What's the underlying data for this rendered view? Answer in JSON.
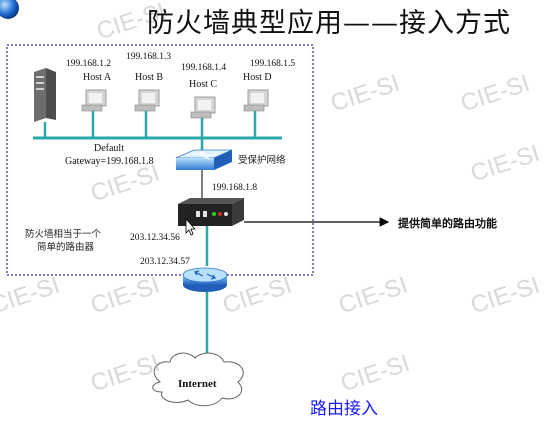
{
  "slide": {
    "title": "防火墙典型应用——接入方式",
    "subtitle": "路由接入"
  },
  "hosts": [
    {
      "name": "Host A",
      "ip": "199.168.1.2"
    },
    {
      "name": "Host B",
      "ip": "199.168.1.3"
    },
    {
      "name": "Host C",
      "ip": "199.168.1.4"
    },
    {
      "name": "Host D",
      "ip": "199.168.1.5"
    }
  ],
  "labels": {
    "gateway_line1": "Default",
    "gateway_line2": "Gateway=199.168.1.8",
    "protected_network": "受保护网络",
    "firewall_inner_ip": "199.168.1.8",
    "firewall_outer_ip": "203.12.34.56",
    "router_ip": "203.12.34.57",
    "firewall_note_line1": "防火墙相当于一个",
    "firewall_note_line2": "简单的路由器",
    "routing_function": "提供简单的路由功能",
    "internet": "Internet"
  },
  "watermark": "CIE-SI",
  "colors": {
    "accent_blue": "#1a1aff",
    "bus": "#2aa7a7",
    "dashed_border": "#2b2b8f"
  }
}
